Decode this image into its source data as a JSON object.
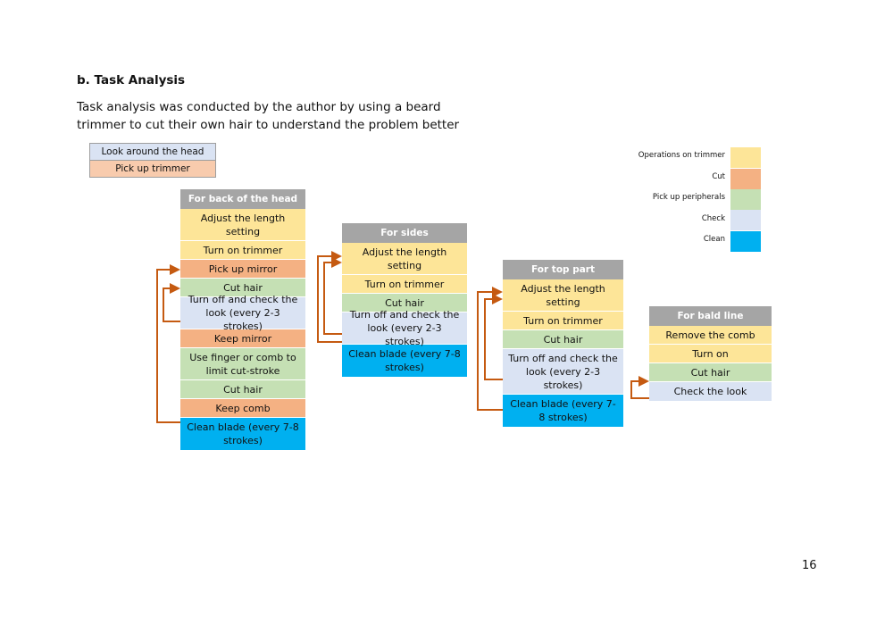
{
  "heading": "b. Task Analysis",
  "intro": "Task analysis was conducted by the author by using a beard trimmer to cut their own hair to understand the problem better",
  "pre_steps": [
    {
      "label": "Look around the head",
      "kind": "look"
    },
    {
      "label": "Pick up trimmer",
      "kind": "pick_trimmer"
    }
  ],
  "columns": [
    {
      "title": "For back of the head",
      "steps": [
        {
          "label": "Adjust the length setting",
          "kind": "ops"
        },
        {
          "label": "Turn on trimmer",
          "kind": "ops"
        },
        {
          "label": "Pick up mirror",
          "kind": "cut"
        },
        {
          "label": "Cut hair",
          "kind": "pick"
        },
        {
          "label": "Turn off and check the look (every 2-3 strokes)",
          "kind": "check"
        },
        {
          "label": "Keep mirror",
          "kind": "cut"
        },
        {
          "label": "Use finger or comb to limit cut-stroke",
          "kind": "pick"
        },
        {
          "label": "Cut hair",
          "kind": "pick"
        },
        {
          "label": "Keep comb",
          "kind": "cut"
        },
        {
          "label": "Clean blade (every 7-8 strokes)",
          "kind": "clean"
        }
      ]
    },
    {
      "title": "For sides",
      "steps": [
        {
          "label": "Adjust the length setting",
          "kind": "ops"
        },
        {
          "label": "Turn on trimmer",
          "kind": "ops"
        },
        {
          "label": "Cut hair",
          "kind": "pick"
        },
        {
          "label": "Turn off and check the look (every 2-3 strokes)",
          "kind": "check"
        },
        {
          "label": "Clean blade (every 7-8 strokes)",
          "kind": "clean"
        }
      ]
    },
    {
      "title": "For top part",
      "steps": [
        {
          "label": "Adjust the length setting",
          "kind": "ops"
        },
        {
          "label": "Turn on trimmer",
          "kind": "ops"
        },
        {
          "label": "Cut hair",
          "kind": "pick"
        },
        {
          "label": "Turn off and check the look (every 2-3 strokes)",
          "kind": "check"
        },
        {
          "label": "Clean blade (every 7-8 strokes)",
          "kind": "clean"
        }
      ]
    },
    {
      "title": "For bald line",
      "steps": [
        {
          "label": "Remove the comb",
          "kind": "ops"
        },
        {
          "label": "Turn on",
          "kind": "ops"
        },
        {
          "label": "Cut hair",
          "kind": "pick"
        },
        {
          "label": "Check the look",
          "kind": "check"
        }
      ]
    }
  ],
  "legend": [
    {
      "label": "Operations on trimmer",
      "color": "#fde598"
    },
    {
      "label": "Cut",
      "color": "#f4b183"
    },
    {
      "label": "Pick up peripherals",
      "color": "#c5e0b4"
    },
    {
      "label": "Check",
      "color": "#dae3f3"
    },
    {
      "label": "Clean",
      "color": "#00b0f0"
    }
  ],
  "arrow_color": "#c55a11",
  "page_number": "16"
}
